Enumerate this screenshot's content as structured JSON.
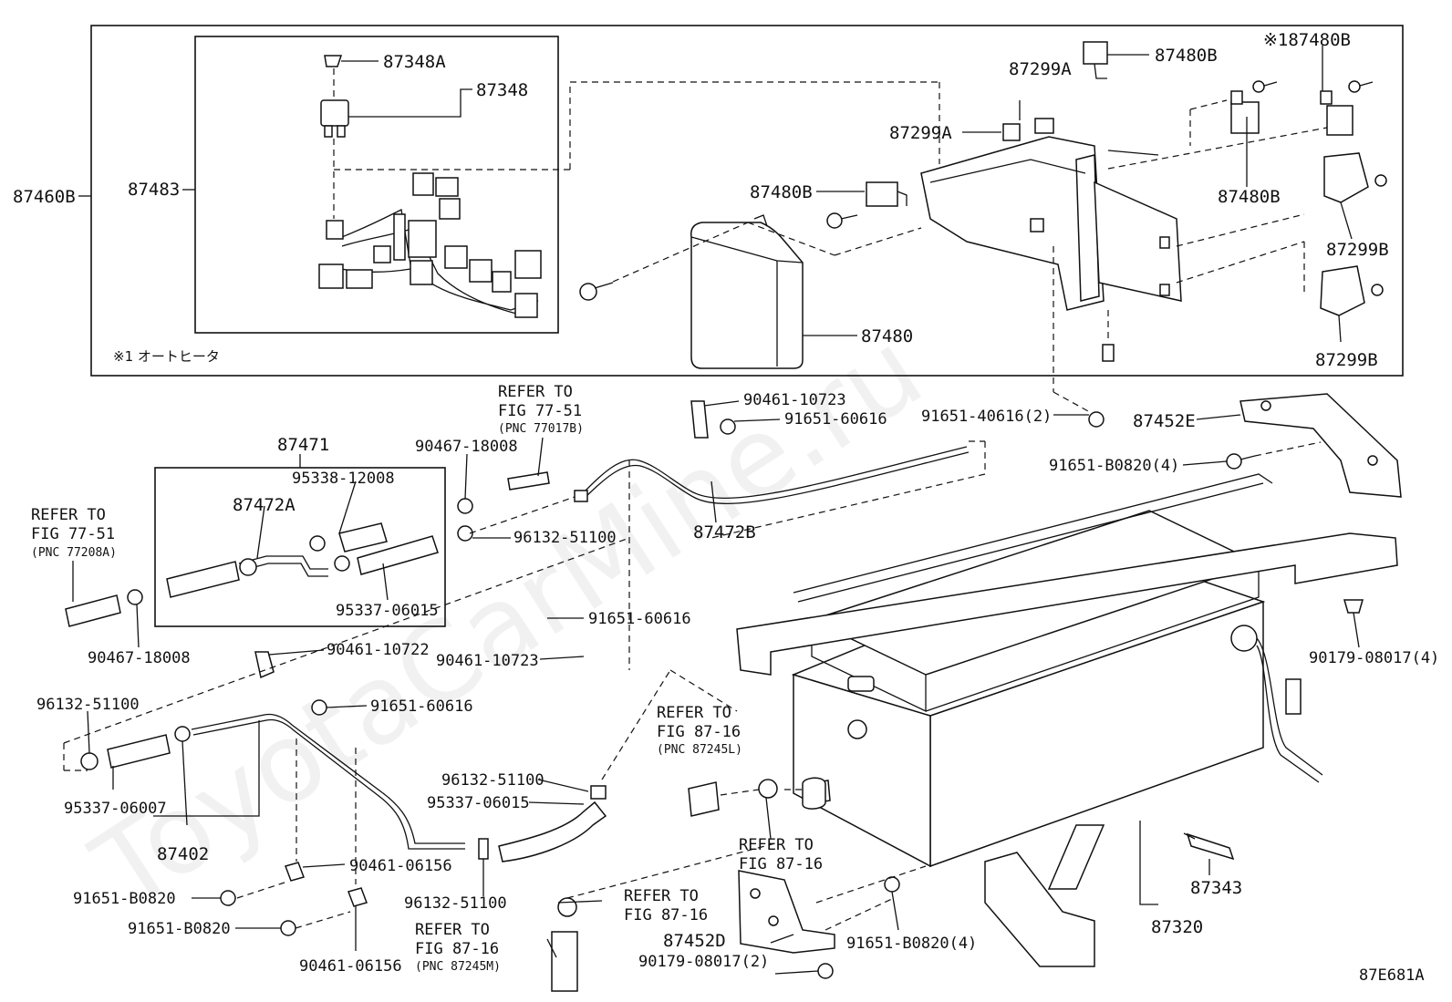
{
  "diagram": {
    "group_label": "87460B",
    "sub_group_label": "87483",
    "footnote": "※1 オートヒータ",
    "drawing_id": "87E681A",
    "watermark": "ToyotaCarMine.ru",
    "parts": [
      "87348A",
      "87348",
      "87299A",
      "87299A",
      "87480B",
      "※187480B",
      "87480B",
      "87480B",
      "87299B",
      "87299B",
      "87480",
      "90461-10723",
      "91651-60616",
      "91651-40616(2)",
      "87452E",
      "91651-B0820(4)",
      "87471",
      "95338-12008",
      "87472A",
      "95337-06015",
      "90467-18008",
      "90467-18008",
      "96132-51100",
      "87472B",
      "91651-60616",
      "90461-10722",
      "90461-10723",
      "91651-60616",
      "96132-51100",
      "95337-06007",
      "87402",
      "96132-51100",
      "95337-06015",
      "90461-06156",
      "91651-B0820",
      "91651-B0820",
      "90461-06156",
      "96132-51100",
      "90179-08017(4)",
      "87343",
      "87320",
      "87452D",
      "91651-B0820(4)",
      "90179-08017(2)"
    ],
    "refs": [
      {
        "line1": "REFER TO",
        "line2": "FIG 77-51",
        "line3": "(PNC 77017B)"
      },
      {
        "line1": "REFER TO",
        "line2": "FIG 77-51",
        "line3": "(PNC 77208A)"
      },
      {
        "line1": "REFER TO",
        "line2": "FIG 87-16",
        "line3": "(PNC 87245L)"
      },
      {
        "line1": "REFER TO",
        "line2": "FIG 87-16",
        "line3": ""
      },
      {
        "line1": "REFER TO",
        "line2": "FIG 87-16",
        "line3": ""
      },
      {
        "line1": "REFER TO",
        "line2": "FIG 87-16",
        "line3": "(PNC 87245M)"
      }
    ]
  }
}
